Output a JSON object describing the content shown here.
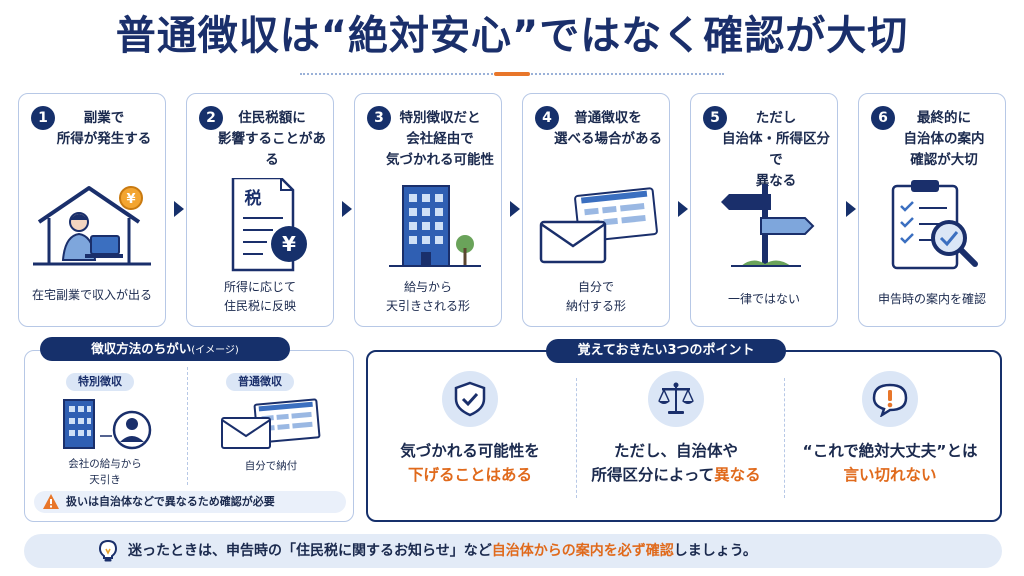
{
  "header": {
    "title": "普通徴収は“絶対安心”ではなく確認が大切"
  },
  "colors": {
    "navy": "#16306b",
    "light_blue": "#dbe6f6",
    "accent_orange": "#e06a1c",
    "border": "#b7c8e6"
  },
  "steps": [
    {
      "num": "1",
      "title": "副業で\n所得が発生する",
      "caption": "在宅副業で収入が出る",
      "icon": "home-work-laptop-icon"
    },
    {
      "num": "2",
      "title": "住民税額に\n影響することがある",
      "caption": "所得に応じて\n住民税に反映",
      "icon": "tax-document-yen-icon",
      "icon_text": "税"
    },
    {
      "num": "3",
      "title": "特別徴収だと\n会社経由で\n気づかれる可能性",
      "caption": "給与から\n天引きされる形",
      "icon": "office-building-icon"
    },
    {
      "num": "4",
      "title": "普通徴収を\n選べる場合がある",
      "caption": "自分で\n納付する形",
      "icon": "envelope-payment-slip-icon"
    },
    {
      "num": "5",
      "title": "ただし\n自治体・所得区分で\n異なる",
      "caption": "一律ではない",
      "icon": "signpost-icon"
    },
    {
      "num": "6",
      "title": "最終的に\n自治体の案内\n確認が大切",
      "caption": "申告時の案内を確認",
      "icon": "clipboard-check-magnifier-icon"
    }
  ],
  "methods": {
    "heading": "徴収方法のちがい",
    "heading_sub": "(イメージ)",
    "special": {
      "label": "特別徴収",
      "caption": "会社の給与から\n天引き"
    },
    "ordinary": {
      "label": "普通徴収",
      "caption": "自分で納付"
    },
    "warning": "扱いは自治体などで異なるため確認が必要"
  },
  "points": {
    "heading": "覚えておきたい3つのポイント",
    "items": [
      {
        "line1": "気づかれる可能性を",
        "line2": "下げることはある",
        "icon": "shield-check-icon"
      },
      {
        "line1": "ただし、自治体や",
        "line2_a": "所得区分によって",
        "line2_b": "異なる",
        "icon": "scales-icon"
      },
      {
        "line1": "“これで絶対大丈夫”とは",
        "line2": "言い切れない",
        "icon": "exclamation-bubble-icon"
      }
    ]
  },
  "footer": {
    "text_a": "迷ったときは、申告時の「住民税に関するお知らせ」など",
    "text_b": "自治体からの案内を必ず確認",
    "text_c": "しましょう。",
    "icon": "lightbulb-icon"
  }
}
